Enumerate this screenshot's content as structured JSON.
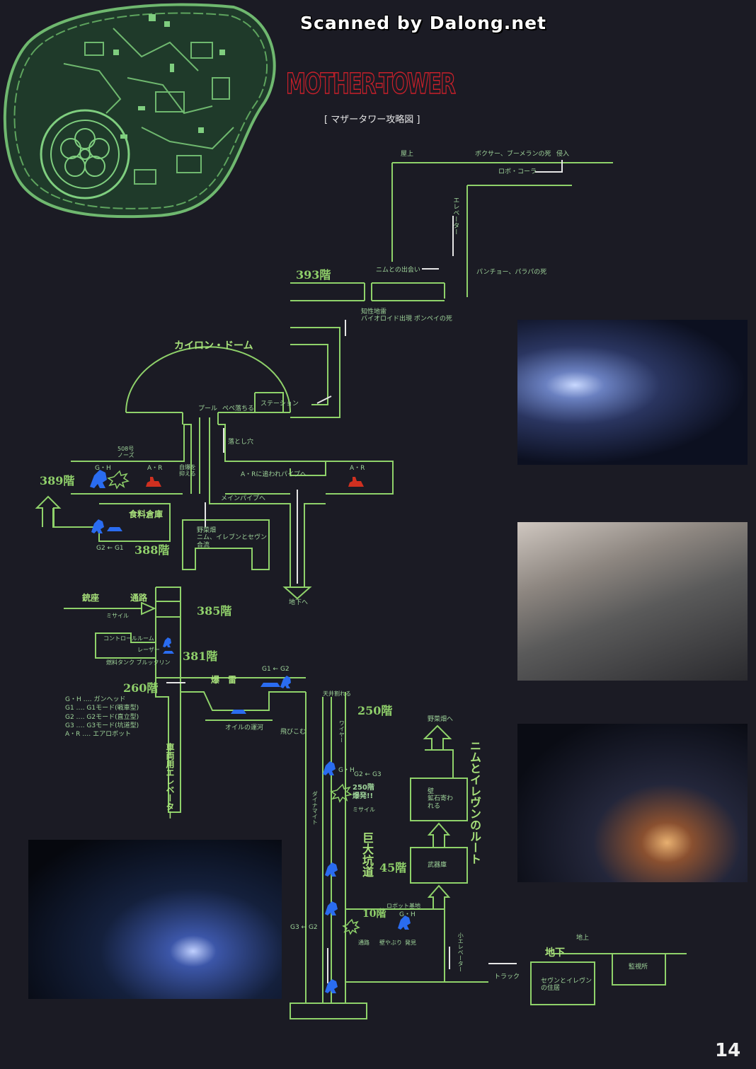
{
  "watermark": "Scanned by Dalong.net",
  "title": "MOTHER-TOWER",
  "subtitle": "[ マザータワー攻略図 ]",
  "page_number": "14",
  "floors": {
    "f393": "393階",
    "f389": "389階",
    "f388": "388階",
    "f385": "385階",
    "f381": "381階",
    "f260": "260階",
    "f250": "250階",
    "f45": "45階",
    "f10": "10階"
  },
  "labels": {
    "rooftop": "屋上",
    "boxer_boomerang_death": "ボクサー、ブーメランの死",
    "invasion": "侵入",
    "robo_cola": "ロボ・コーラ",
    "elevator": "エレベーター",
    "meet_nimu": "ニムとの出会い",
    "pancho_papara_death": "パンチョー、パラパの死",
    "intelligent_mine": "知性地雷",
    "bioroid_pompei": "バイオロイド出現 ポンペイの死",
    "kairon_dome": "カイロン・ドーム",
    "pool": "プール",
    "pepe_falls": "ペペ落ちる",
    "station": "ステーション",
    "pitfall": "落とし穴",
    "nozzle_508": "508号\nノーズ",
    "gh": "G・H",
    "ar": "A・R",
    "hold_self": "自爆を\n抑える",
    "chased_pipe": "A・Rに追われパイプへ",
    "main_pipe": "メインパイプへ",
    "food_storage": "食料倉庫",
    "vegetable_field": "野菜畑\nニム、イレブンとセヴン\n合流",
    "to_underground": "地下へ",
    "g2g1": "G2 ← G1",
    "gun_seat": "銃座",
    "passage": "通路",
    "missile": "ミサイル",
    "fuel_tank": "燃料タンク ブルックリン",
    "control_room": "コントロールルーム",
    "laser": "レーザー",
    "g1g2": "G1 ← G2",
    "explosive_mine": "爆　雷",
    "oil_canal": "オイルの運河",
    "ceiling_break": "天井割れる",
    "jump_in": "飛びこむ",
    "wire": "ワイヤー",
    "g2g3": "G2 ← G3",
    "explode_250": "250階\n爆発!!",
    "missile2": "ミサイル",
    "dynamite": "ダイナマイト",
    "giant_shaft": "巨大坑道",
    "to_vegetable": "野菜畑へ",
    "wall_broken": "壁\n鉱石寄わ\nれる",
    "armory": "武器庫",
    "robot_base": "ロボット基地",
    "wall_break_small": "壁やぶり",
    "passage2": "通路",
    "departure": "発見",
    "g3g2": "G3 ← G2",
    "small_elevator": "小エレベーター",
    "underground": "地下",
    "ground": "地上",
    "truck": "トラック",
    "guardhouse": "監視所",
    "residence": "セヴンとイレヴン\nの住居",
    "route": "ニムとイレヴンのルート",
    "vehicle_elevator": "車両用エレベーター"
  },
  "legend": [
    "G・H ‥‥ ガンヘッド",
    "G1 ‥‥ G1モード(戦車型)",
    "G2 ‥‥ G2モード(直立型)",
    "G3 ‥‥ G3モード(坑道型)",
    "A・R ‥‥ エアロボット"
  ],
  "colors": {
    "background": "#1b1b24",
    "line": "#8fd26a",
    "title_red": "#c8202a",
    "robot_blue": "#2a6cf0",
    "robot_red": "#d03020"
  },
  "icons": [
    "circuit-map-icon",
    "gunhead-robot-icon",
    "aerobot-icon",
    "explosion-icon",
    "arrow-icon"
  ]
}
